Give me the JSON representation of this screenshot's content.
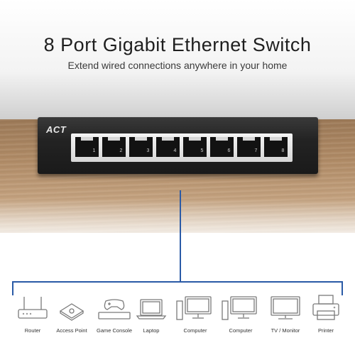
{
  "title": "8 Port Gigabit Ethernet Switch",
  "subtitle": "Extend wired connections anywhere in your home",
  "switch": {
    "logo": "ACT",
    "ports": [
      "1",
      "2",
      "3",
      "4",
      "5",
      "6",
      "7",
      "8"
    ]
  },
  "devices": [
    {
      "label": "Router",
      "icon": "router-icon"
    },
    {
      "label": "Access Point",
      "icon": "access-point-icon"
    },
    {
      "label": "Game Console",
      "icon": "game-console-icon"
    },
    {
      "label": "Laptop",
      "icon": "laptop-icon"
    },
    {
      "label": "Computer",
      "icon": "desktop-computer-icon"
    },
    {
      "label": "Computer",
      "icon": "desktop-computer-icon"
    },
    {
      "label": "TV / Monitor",
      "icon": "tv-monitor-icon"
    },
    {
      "label": "Printer",
      "icon": "printer-icon"
    }
  ],
  "colors": {
    "line": "#2a5aa6",
    "switch": "#232323"
  }
}
